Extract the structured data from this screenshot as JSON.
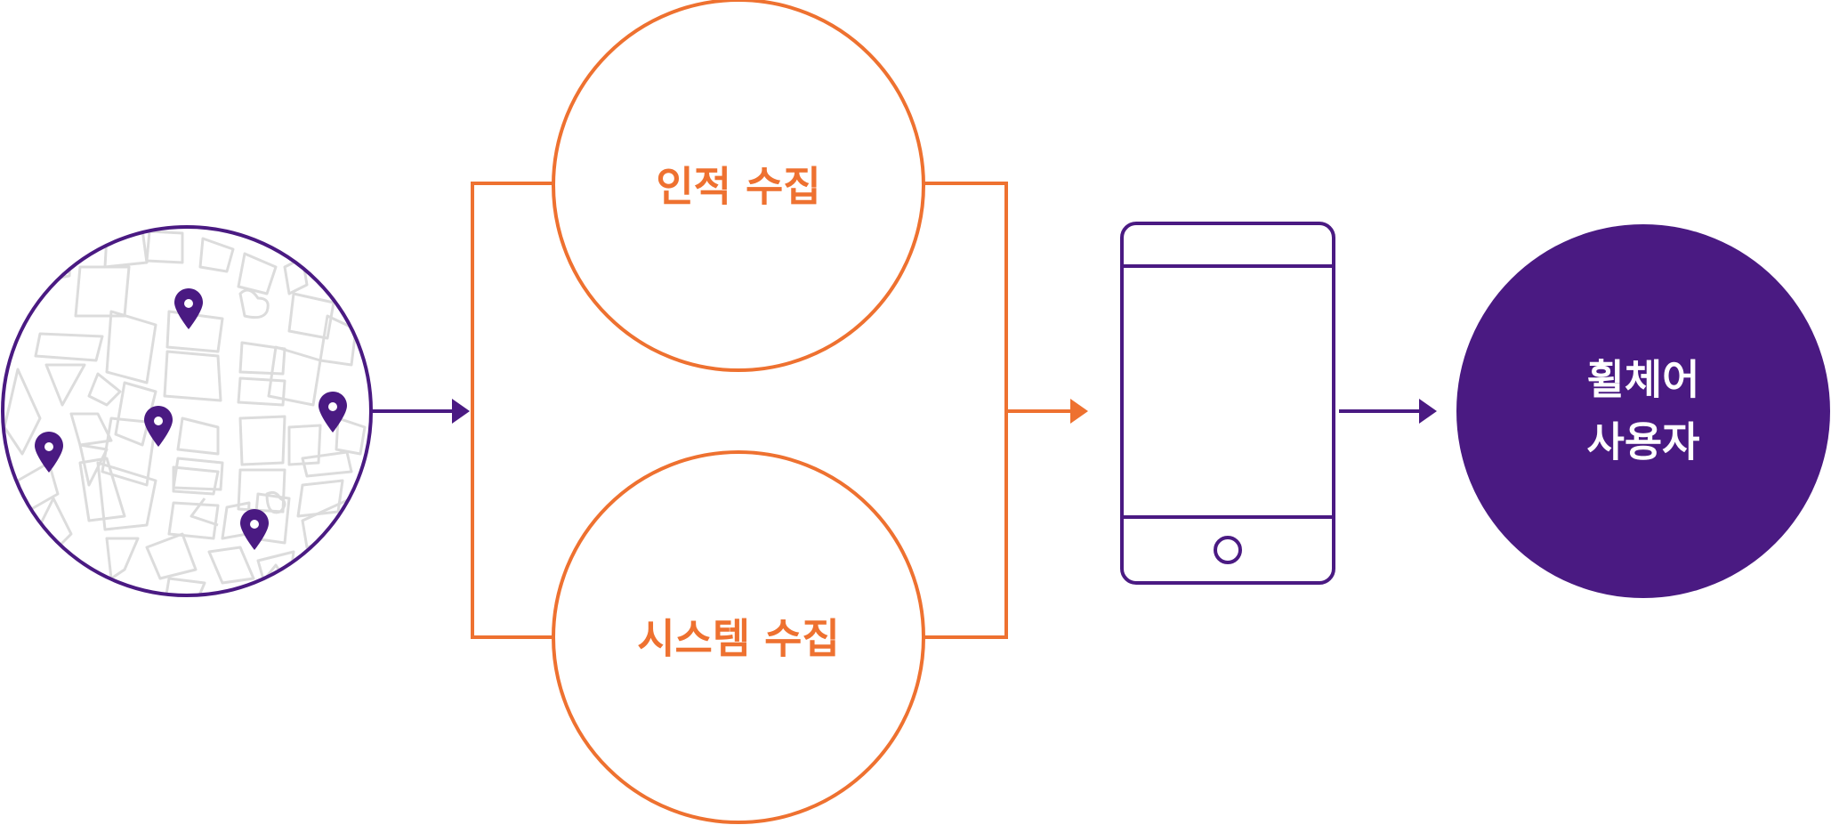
{
  "colors": {
    "orange": "#EE7130",
    "purple": "#4A1A82",
    "map_lines": "#DCDCDC",
    "white": "#FFFFFF"
  },
  "nodes": {
    "human_collection": {
      "label": "인적 수집"
    },
    "system_collection": {
      "label": "시스템 수집"
    },
    "wheelchair_user": {
      "line1": "휠체어",
      "line2": "사용자"
    }
  },
  "icons": {
    "map": "map-with-location-pins-icon",
    "tablet": "tablet-device-icon"
  }
}
